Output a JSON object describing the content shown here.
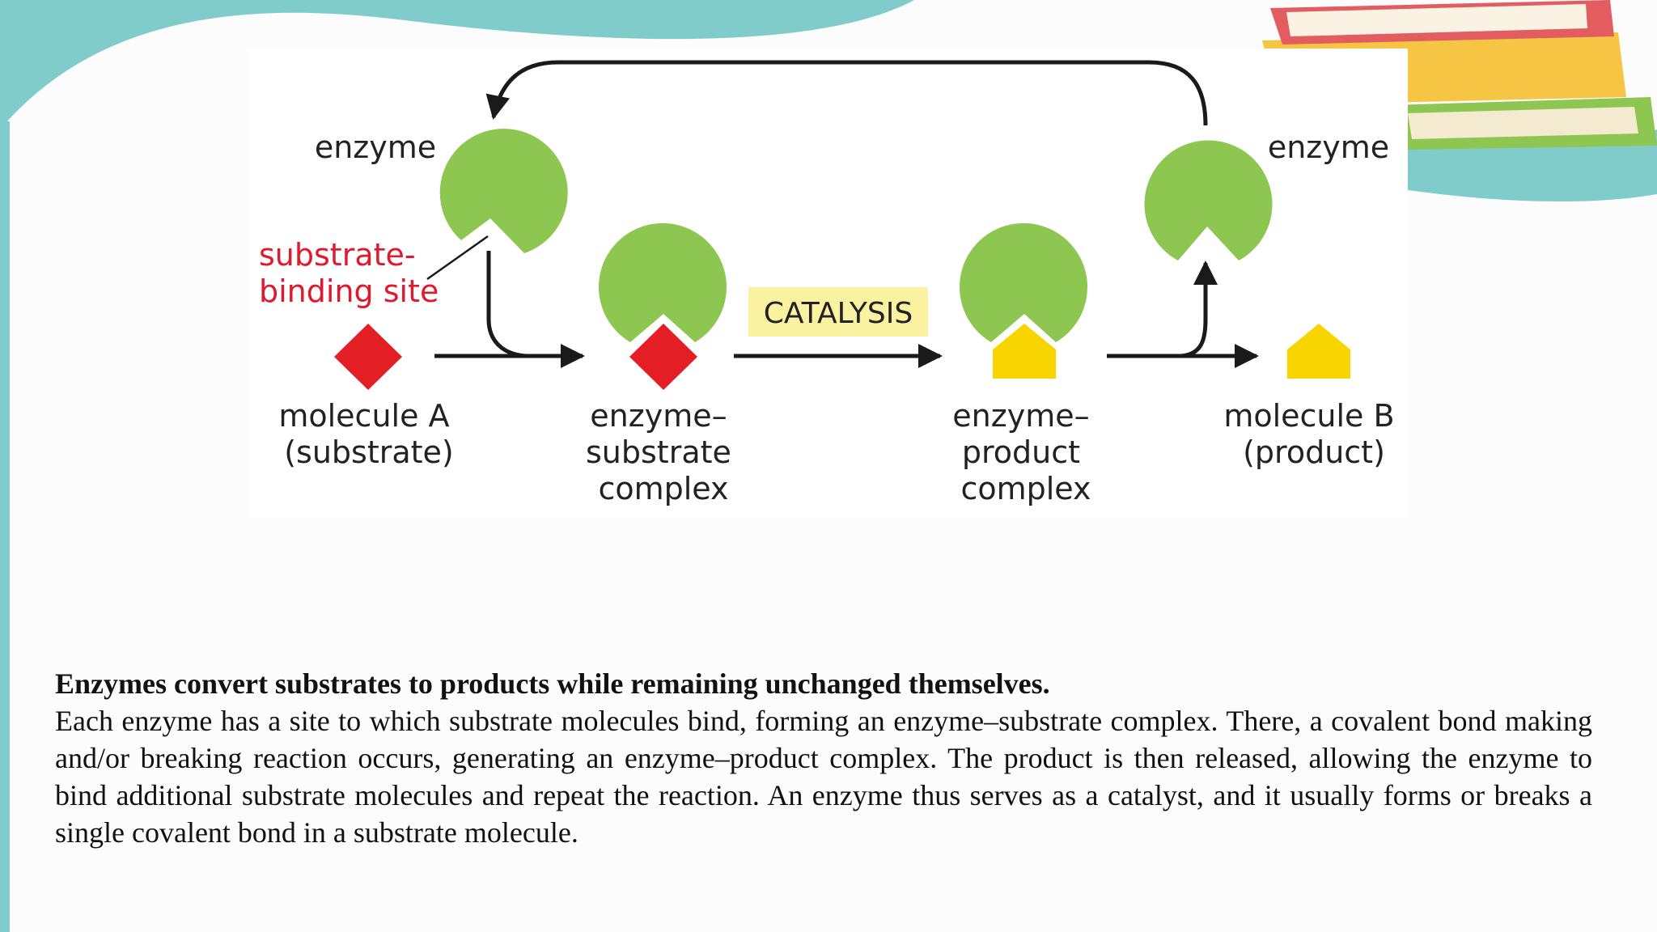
{
  "colors": {
    "teal": "#80cccb",
    "enzyme_green": "#8dc650",
    "substrate_red": "#e31e25",
    "product_yellow": "#f9d500",
    "catalysis_bg": "#fbf2a1",
    "label_red": "#e0192d",
    "arrow": "#1a1a1a"
  },
  "diagram": {
    "enzyme_left": "enzyme",
    "enzyme_right": "enzyme",
    "binding_site": [
      "substrate-",
      "binding site"
    ],
    "catalysis": "CATALYSIS",
    "molecule_a": [
      "molecule A",
      "(substrate)"
    ],
    "es_complex": [
      "enzyme–",
      "substrate",
      "complex"
    ],
    "ep_complex": [
      "enzyme–",
      "product",
      "complex"
    ],
    "molecule_b": [
      "molecule B",
      "(product)"
    ]
  },
  "caption": {
    "title": "Enzymes convert substrates to products while remaining unchanged themselves.",
    "body": "Each enzyme has a site to which substrate molecules bind, forming an enzyme–substrate complex. There, a covalent bond making and/or breaking reaction occurs, generating an enzyme–product complex. The product is then released, allowing the enzyme to bind additional substrate molecules and repeat the reaction. An enzyme thus serves as a catalyst, and it usually forms or breaks a single covalent bond in a substrate molecule."
  }
}
